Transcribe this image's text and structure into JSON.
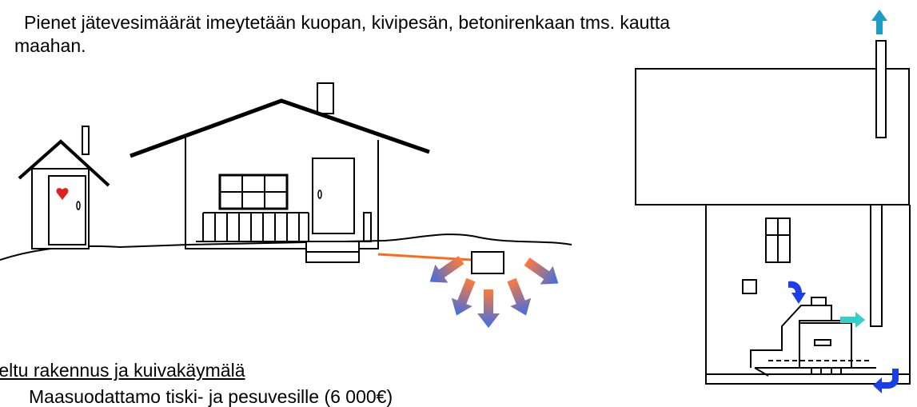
{
  "text": {
    "line_1": "Pienet jätevesimäärät imeytetään kuopan, kivipesän, betonirenkaan tms. kautta",
    "line_2": "maahan.",
    "heading_bottom": "teltu rakennus ja kuivakäymälä",
    "line_bottom": "Maasuodattamo tiski- ja pesuvesille (6 000€)"
  },
  "colors": {
    "pipe": "#ff6a1a",
    "arrow_gradient_top": "#ff7a3a",
    "arrow_gradient_bottom": "#3a6ee8",
    "vent_arrow": "#1a9ec8",
    "flow_arrow_dark": "#1a3ee8",
    "flow_arrow_light": "#33d0c8",
    "heart": "#e02020"
  }
}
